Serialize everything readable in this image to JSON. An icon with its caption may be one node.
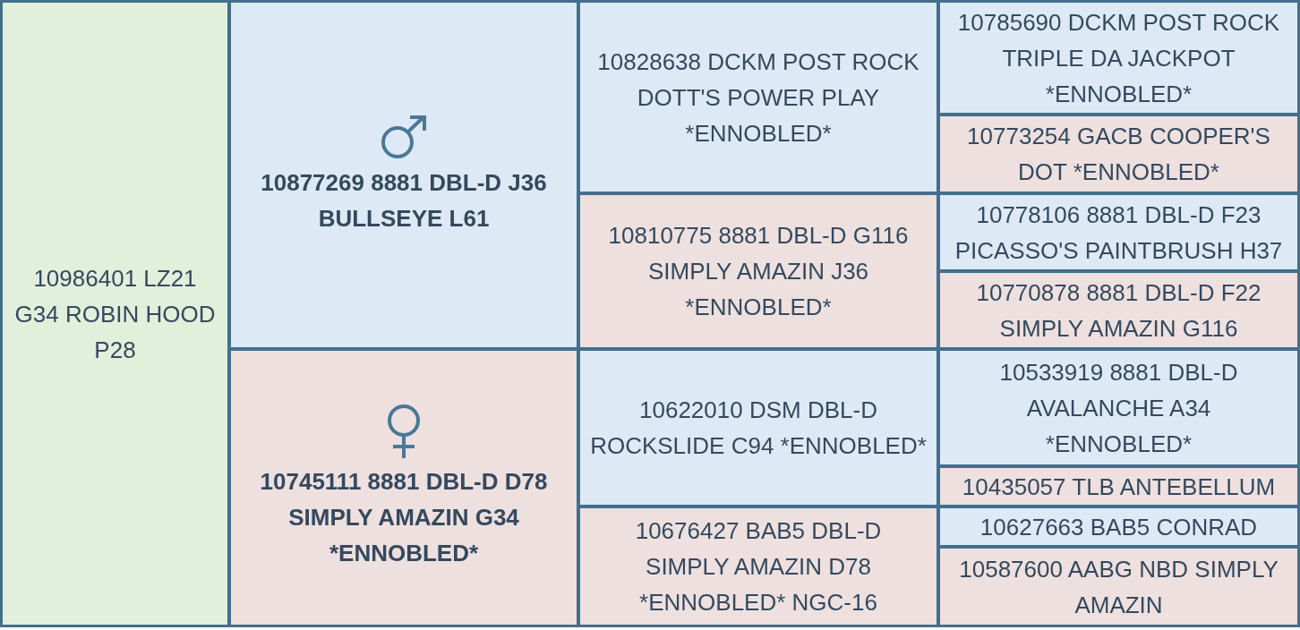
{
  "diagram": {
    "nodes": [
      {
        "text": [
          "10986401 LZ21 G34 ROBIN HOOD P28"
        ]
      },
      {
        "text": [
          "10877269 8881 DBL-D J36 BULLSEYE L61"
        ]
      },
      {
        "text": [
          "10828638 DCKM POST ROCK DOTT'S POWER PLAY *ENNOBLED*"
        ]
      },
      {
        "text": [
          "10785690 DCKM POST ROCK TRIPLE DA JACKPOT *ENNOBLED*"
        ]
      },
      {
        "text": [
          "10773254 GACB COOPER'S DOT *ENNOBLED*"
        ]
      },
      {
        "text": [
          "10810775 8881 DBL-D G116 SIMPLY AMAZIN J36 *ENNOBLED*"
        ]
      },
      {
        "text": [
          "10778106 8881 DBL-D F23 PICASSO'S PAINTBRUSH H37"
        ]
      },
      {
        "text": [
          "10770878 8881 DBL-D F22 SIMPLY AMAZIN G116"
        ]
      },
      {
        "text": [
          "10745111 8881 DBL-D D78 SIMPLY AMAZIN G34 *ENNOBLED*"
        ]
      },
      {
        "text": [
          "10622010 DSM DBL-D ROCKSLIDE C94 *ENNOBLED*"
        ]
      },
      {
        "text": [
          "10533919 8881 DBL-D AVALANCHE A34 *ENNOBLED*"
        ]
      },
      {
        "text": [
          "10435057 TLB ANTEBELLUM"
        ]
      },
      {
        "text": [
          "10676427 BAB5 DBL-D SIMPLY AMAZIN D78 *ENNOBLED* NGC-16"
        ]
      },
      {
        "text": [
          "10627663 BAB5 CONRAD"
        ]
      },
      {
        "text": [
          "10587600 AABG NBD SIMPLY AMAZIN"
        ]
      }
    ]
  }
}
